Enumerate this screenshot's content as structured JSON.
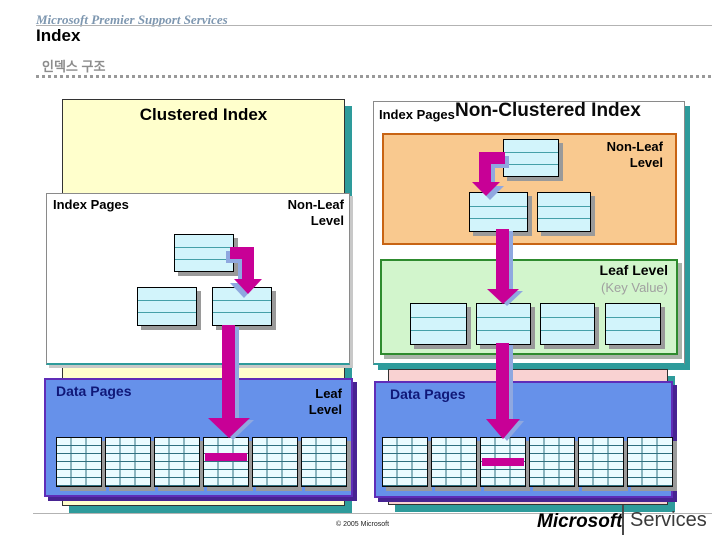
{
  "header": {
    "brand": "Microsoft Premier Support Services",
    "title": "Index",
    "subtitle": "인덱스 구조"
  },
  "clustered": {
    "title": "Clustered Index",
    "index_pages": {
      "label": "Index Pages",
      "level": "Non-Leaf Level",
      "page_count": 3
    },
    "data_pages": {
      "label": "Data Pages",
      "level": "Leaf Level",
      "page_count": 6,
      "highlighted_page": 4
    }
  },
  "nonclustered": {
    "title": "Non-Clustered Index",
    "index_pages_label": "Index Pages",
    "non_leaf": {
      "label": "Non-Leaf Level",
      "page_count": 3
    },
    "leaf": {
      "label": "Leaf Level",
      "sublabel": "(Key Value)",
      "page_count": 4,
      "highlighted_page": 2
    },
    "data_pages": {
      "label": "Data Pages",
      "page_count": 6,
      "highlighted_page": 3
    }
  },
  "footer": {
    "copyright": "© 2005 Microsoft",
    "logo_brand": "Microsoft",
    "logo_division": "Services"
  },
  "colors": {
    "accent_teal": "#2E9B9B",
    "arrow_magenta": "#C80096",
    "arrow_shadow_blue": "#8FA8E0",
    "panel_yellow": "#FFFFCC",
    "panel_orange": "#F9C98F",
    "panel_green": "#D2F5CC",
    "panel_pink": "#F9D2D2",
    "panel_blue": "#6691EA",
    "page_cyan": "#D2F4FB"
  }
}
